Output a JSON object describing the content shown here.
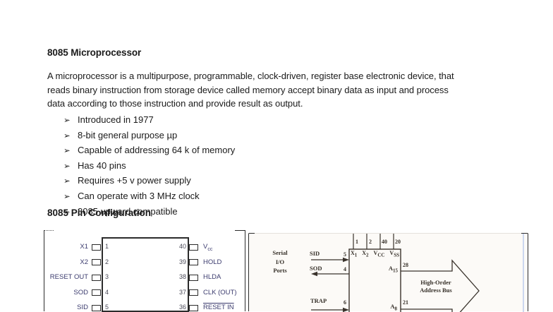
{
  "document": {
    "title": "8085 Microprocessor",
    "paragraph_lines": [
      "A microprocessor is a multipurpose, programmable, clock-driven, register base electronic device, that",
      "reads binary instruction from storage device called memory accept binary data as input and process",
      "data according to those instruction and provide result as output."
    ],
    "bullet_glyph": "➢",
    "bullets": [
      "Introduced in 1977",
      "8-bit general purpose µp",
      "Capable of addressing 64 k of memory",
      "Has 40 pins",
      "Requires +5 v power supply",
      "Can operate with 3 MHz clock",
      "8085 upward compatible"
    ],
    "subheading": "8085 Pin Configuration"
  },
  "pin_diagram": {
    "left_pins": [
      {
        "num": "1",
        "label": "X1"
      },
      {
        "num": "2",
        "label": "X2"
      },
      {
        "num": "3",
        "label": "RESET OUT"
      },
      {
        "num": "4",
        "label": "SOD"
      },
      {
        "num": "5",
        "label": "SID"
      }
    ],
    "right_pins": [
      {
        "num": "40",
        "label": "V",
        "sub": "cc"
      },
      {
        "num": "39",
        "label": "HOLD"
      },
      {
        "num": "38",
        "label": "HLDA"
      },
      {
        "num": "37",
        "label": "CLK (OUT)"
      },
      {
        "num": "36",
        "label": "RESET IN"
      }
    ]
  },
  "block_diagram": {
    "serial_ports_label": [
      "Serial",
      "I/O",
      "Ports"
    ],
    "signals": {
      "sid": {
        "label": "SID",
        "pin": "5"
      },
      "sod": {
        "label": "SOD",
        "pin": "4"
      },
      "trap": {
        "label": "TRAP",
        "pin": "6"
      }
    },
    "top_pins": [
      {
        "pin": "1",
        "label": "X",
        "sub": "1"
      },
      {
        "pin": "2",
        "label": "X",
        "sub": "2"
      },
      {
        "pin": "40",
        "label": "V",
        "sub": "CC"
      },
      {
        "pin": "20",
        "label": "V",
        "sub": "SS"
      }
    ],
    "addr_high": {
      "label": "A",
      "sub": "15",
      "pin": "28"
    },
    "addr_low": {
      "label": "A",
      "sub": "8",
      "pin": "21"
    },
    "bus_label_lines": [
      "High-Order",
      "Address Bus"
    ]
  },
  "colors": {
    "pin_label_blue": "#3b3b6e",
    "scan_text": "#352f28",
    "scan_blue_border": "#ccd7ef"
  }
}
